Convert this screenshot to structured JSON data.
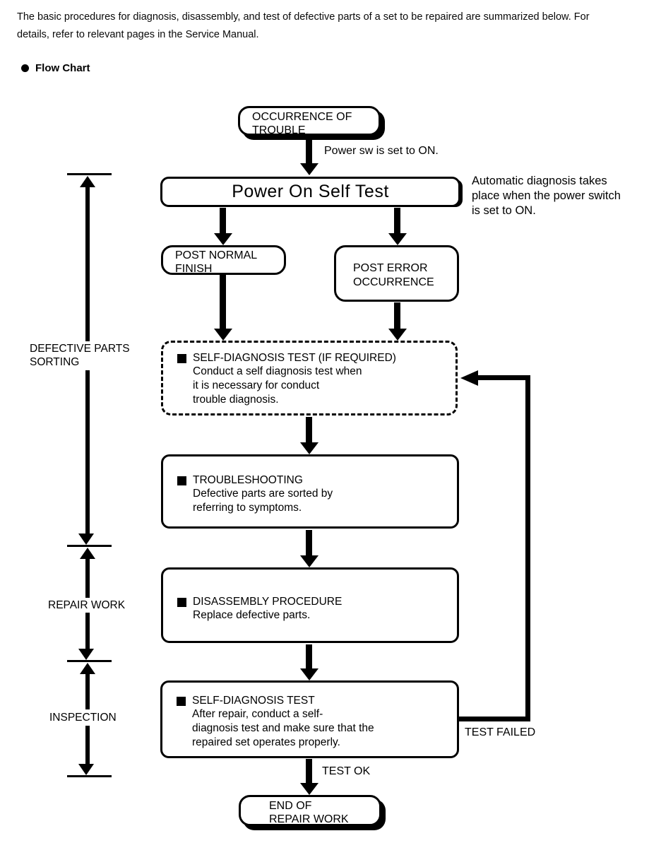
{
  "page": {
    "intro_line1": "The basic procedures for diagnosis, disassembly, and test of defective parts of a set to be repaired are summarized below. For",
    "intro_line2": "details, refer to relevant pages in the Service Manual.",
    "section_title": "Flow Chart"
  },
  "flowchart": {
    "start": {
      "line1": "OCCURRENCE OF",
      "line2": "TROUBLE"
    },
    "power_sw_label": "Power sw is set to ON.",
    "post": {
      "label": "Power On Self Test"
    },
    "post_note": {
      "line1": "Automatic diagnosis takes",
      "line2": "place when the power switch",
      "line3": "is set to ON."
    },
    "post_normal": {
      "line1": "POST NORMAL",
      "line2": "FINISH"
    },
    "post_error": {
      "line1": "POST ERROR",
      "line2": "OCCURRENCE"
    },
    "self_diag_if_required": {
      "title": "SELF-DIAGNOSIS TEST (IF REQUIRED)",
      "body_line1": "Conduct a self diagnosis test when",
      "body_line2": "it is necessary for conduct",
      "body_line3": "trouble diagnosis."
    },
    "troubleshooting": {
      "title": "TROUBLESHOOTING",
      "body_line1": "Defective parts are sorted by",
      "body_line2": "referring to symptoms."
    },
    "disassembly": {
      "title": "DISASSEMBLY PROCEDURE",
      "body_line1": "Replace defective parts."
    },
    "self_diag_test": {
      "title": "SELF-DIAGNOSIS TEST",
      "body_line1": "After repair, conduct a self-",
      "body_line2": "diagnosis test and make sure that the",
      "body_line3": "repaired set operates properly."
    },
    "test_failed_label": "TEST FAILED",
    "test_ok_label": "TEST OK",
    "end": {
      "line1": "END OF",
      "line2": "REPAIR WORK"
    }
  },
  "stages": {
    "sorting": {
      "line1": "DEFECTIVE PARTS",
      "line2": "SORTING"
    },
    "repair_label": "REPAIR WORK",
    "inspection_label": "INSPECTION"
  },
  "colors": {
    "ink": "#000000",
    "background": "#ffffff"
  }
}
